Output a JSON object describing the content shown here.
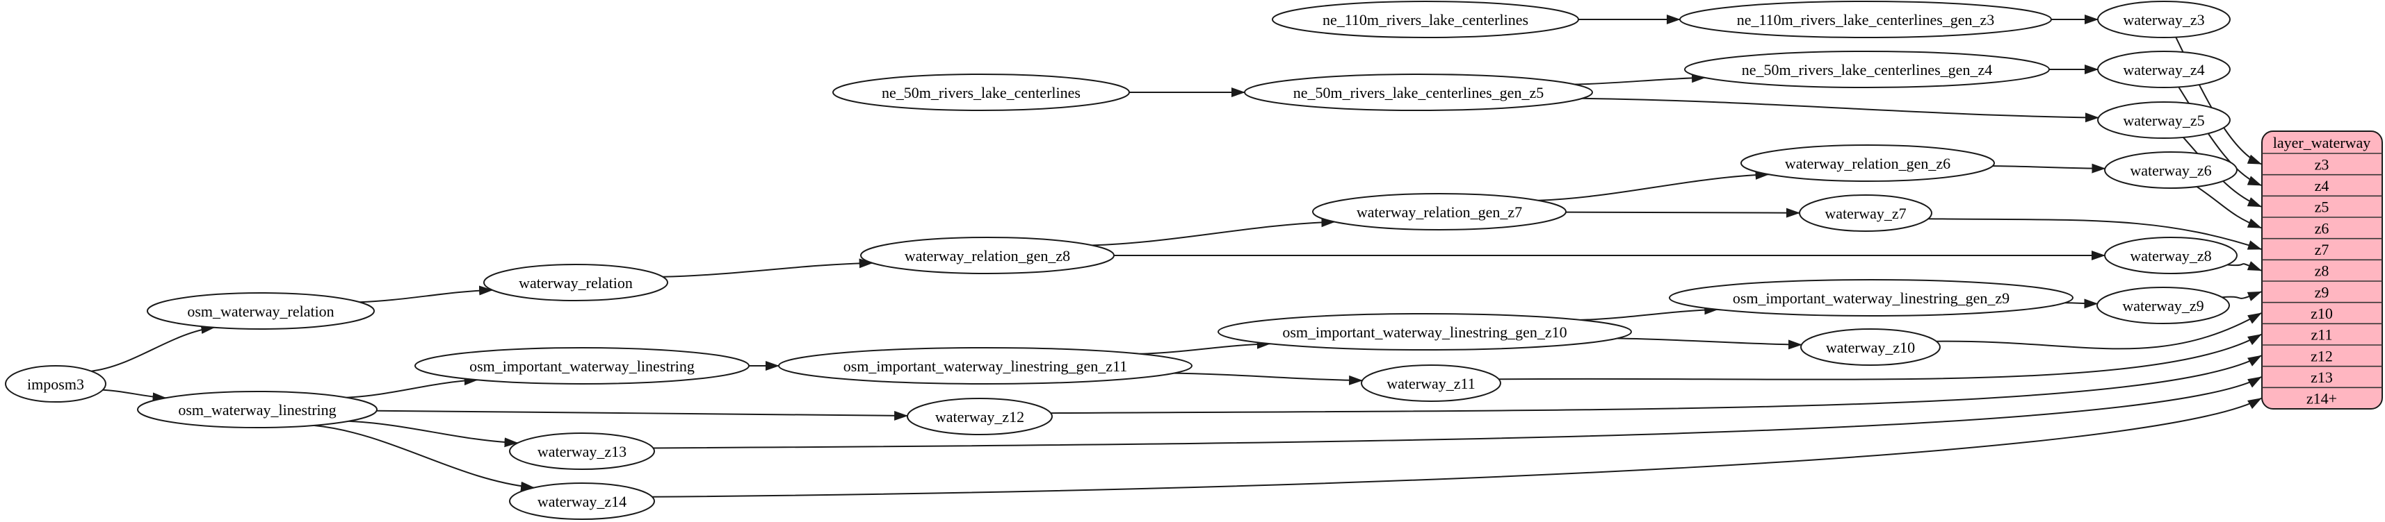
{
  "node_labels": {
    "imposm3": "imposm3",
    "osm_waterway_relation": "osm_waterway_relation",
    "osm_waterway_linestring": "osm_waterway_linestring",
    "waterway_relation": "waterway_relation",
    "waterway_relation_gen_z8": "waterway_relation_gen_z8",
    "waterway_relation_gen_z7": "waterway_relation_gen_z7",
    "waterway_relation_gen_z6": "waterway_relation_gen_z6",
    "ne_110m_rivers_lake_centerlines": "ne_110m_rivers_lake_centerlines",
    "ne_110m_rivers_lake_centerlines_gen_z3": "ne_110m_rivers_lake_centerlines_gen_z3",
    "ne_50m_rivers_lake_centerlines": "ne_50m_rivers_lake_centerlines",
    "ne_50m_rivers_lake_centerlines_gen_z5": "ne_50m_rivers_lake_centerlines_gen_z5",
    "ne_50m_rivers_lake_centerlines_gen_z4": "ne_50m_rivers_lake_centerlines_gen_z4",
    "osm_important_waterway_linestring": "osm_important_waterway_linestring",
    "osm_important_waterway_linestring_gen_z11": "osm_important_waterway_linestring_gen_z11",
    "osm_important_waterway_linestring_gen_z10": "osm_important_waterway_linestring_gen_z10",
    "osm_important_waterway_linestring_gen_z9": "osm_important_waterway_linestring_gen_z9",
    "waterway_z3": "waterway_z3",
    "waterway_z4": "waterway_z4",
    "waterway_z5": "waterway_z5",
    "waterway_z6": "waterway_z6",
    "waterway_z7": "waterway_z7",
    "waterway_z8": "waterway_z8",
    "waterway_z9": "waterway_z9",
    "waterway_z10": "waterway_z10",
    "waterway_z11": "waterway_z11",
    "waterway_z12": "waterway_z12",
    "waterway_z13": "waterway_z13",
    "waterway_z14": "waterway_z14"
  },
  "table": {
    "title": "layer_waterway",
    "rows": [
      "z3",
      "z4",
      "z5",
      "z6",
      "z7",
      "z8",
      "z9",
      "z10",
      "z11",
      "z12",
      "z13",
      "z14+"
    ]
  },
  "edges": [
    {
      "from": "imposm3",
      "to": "osm_waterway_relation"
    },
    {
      "from": "imposm3",
      "to": "osm_waterway_linestring"
    },
    {
      "from": "osm_waterway_relation",
      "to": "waterway_relation"
    },
    {
      "from": "waterway_relation",
      "to": "waterway_relation_gen_z8"
    },
    {
      "from": "waterway_relation_gen_z8",
      "to": "waterway_relation_gen_z7"
    },
    {
      "from": "waterway_relation_gen_z8",
      "to": "waterway_z8"
    },
    {
      "from": "waterway_relation_gen_z7",
      "to": "waterway_relation_gen_z6"
    },
    {
      "from": "waterway_relation_gen_z7",
      "to": "waterway_z7"
    },
    {
      "from": "waterway_relation_gen_z6",
      "to": "waterway_z6"
    },
    {
      "from": "ne_110m_rivers_lake_centerlines",
      "to": "ne_110m_rivers_lake_centerlines_gen_z3"
    },
    {
      "from": "ne_110m_rivers_lake_centerlines_gen_z3",
      "to": "waterway_z3"
    },
    {
      "from": "ne_50m_rivers_lake_centerlines",
      "to": "ne_50m_rivers_lake_centerlines_gen_z5"
    },
    {
      "from": "ne_50m_rivers_lake_centerlines_gen_z5",
      "to": "ne_50m_rivers_lake_centerlines_gen_z4"
    },
    {
      "from": "ne_50m_rivers_lake_centerlines_gen_z5",
      "to": "waterway_z5"
    },
    {
      "from": "ne_50m_rivers_lake_centerlines_gen_z4",
      "to": "waterway_z4"
    },
    {
      "from": "osm_waterway_linestring",
      "to": "osm_important_waterway_linestring"
    },
    {
      "from": "osm_waterway_linestring",
      "to": "waterway_z12"
    },
    {
      "from": "osm_waterway_linestring",
      "to": "waterway_z13"
    },
    {
      "from": "osm_waterway_linestring",
      "to": "waterway_z14"
    },
    {
      "from": "osm_important_waterway_linestring",
      "to": "osm_important_waterway_linestring_gen_z11"
    },
    {
      "from": "osm_important_waterway_linestring_gen_z11",
      "to": "osm_important_waterway_linestring_gen_z10"
    },
    {
      "from": "osm_important_waterway_linestring_gen_z11",
      "to": "waterway_z11"
    },
    {
      "from": "osm_important_waterway_linestring_gen_z10",
      "to": "osm_important_waterway_linestring_gen_z9"
    },
    {
      "from": "osm_important_waterway_linestring_gen_z10",
      "to": "waterway_z10"
    },
    {
      "from": "osm_important_waterway_linestring_gen_z9",
      "to": "waterway_z9"
    },
    {
      "from": "waterway_z3",
      "to_row": "z3"
    },
    {
      "from": "waterway_z4",
      "to_row": "z4"
    },
    {
      "from": "waterway_z5",
      "to_row": "z5"
    },
    {
      "from": "waterway_z6",
      "to_row": "z6"
    },
    {
      "from": "waterway_z7",
      "to_row": "z7"
    },
    {
      "from": "waterway_z8",
      "to_row": "z8"
    },
    {
      "from": "waterway_z9",
      "to_row": "z9"
    },
    {
      "from": "waterway_z10",
      "to_row": "z10"
    },
    {
      "from": "waterway_z11",
      "to_row": "z11"
    },
    {
      "from": "waterway_z12",
      "to_row": "z12"
    },
    {
      "from": "waterway_z13",
      "to_row": "z13"
    },
    {
      "from": "waterway_z14",
      "to_row": "z14+"
    }
  ],
  "colors": {
    "table_fill": "#ffb6c1",
    "node_fill": "#ffffff",
    "edge_stroke": "#1a1a1a",
    "background": "#ffffff"
  }
}
